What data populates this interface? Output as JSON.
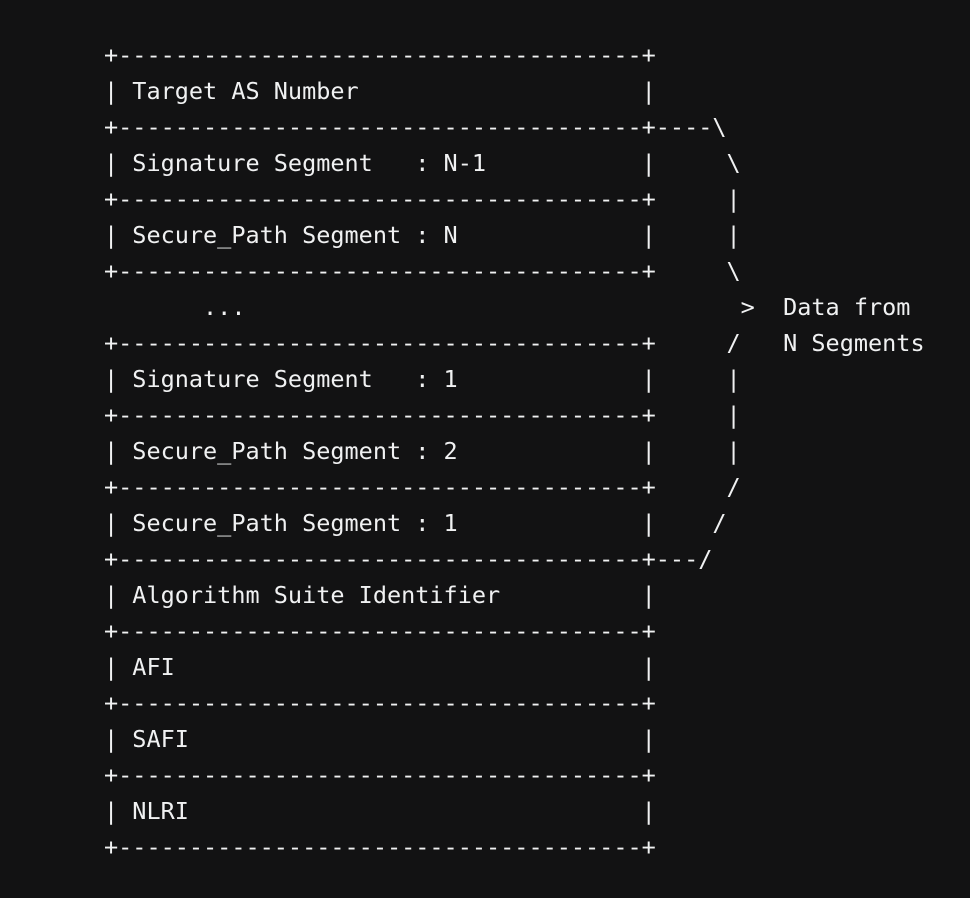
{
  "diagram": {
    "type": "ascii-structure",
    "colors": {
      "background": "#121213",
      "text": "#f0f1f2"
    },
    "fields": [
      "Target AS Number",
      "Signature Segment   : N-1",
      "Secure_Path Segment : N",
      "...",
      "Signature Segment   : 1",
      "Secure_Path Segment : 2",
      "Secure_Path Segment : 1",
      "Algorithm Suite Identifier",
      "AFI",
      "SAFI",
      "NLRI"
    ],
    "annotation": {
      "line1": "Data from",
      "line2": "N Segments"
    },
    "lines": [
      "+-------------------------------------+",
      "| Target AS Number                    |",
      "+-------------------------------------+----\\",
      "| Signature Segment   : N-1           |     \\",
      "+-------------------------------------+     |",
      "| Secure_Path Segment : N             |     |",
      "+-------------------------------------+     \\",
      "       ...                                   >  Data from",
      "+-------------------------------------+     /   N Segments",
      "| Signature Segment   : 1             |     |",
      "+-------------------------------------+     |",
      "| Secure_Path Segment : 2             |     |",
      "+-------------------------------------+     /",
      "| Secure_Path Segment : 1             |    /",
      "+-------------------------------------+---/",
      "| Algorithm Suite Identifier          |",
      "+-------------------------------------+",
      "| AFI                                 |",
      "+-------------------------------------+",
      "| SAFI                                |",
      "+-------------------------------------+",
      "| NLRI                                |",
      "+-------------------------------------+"
    ]
  }
}
